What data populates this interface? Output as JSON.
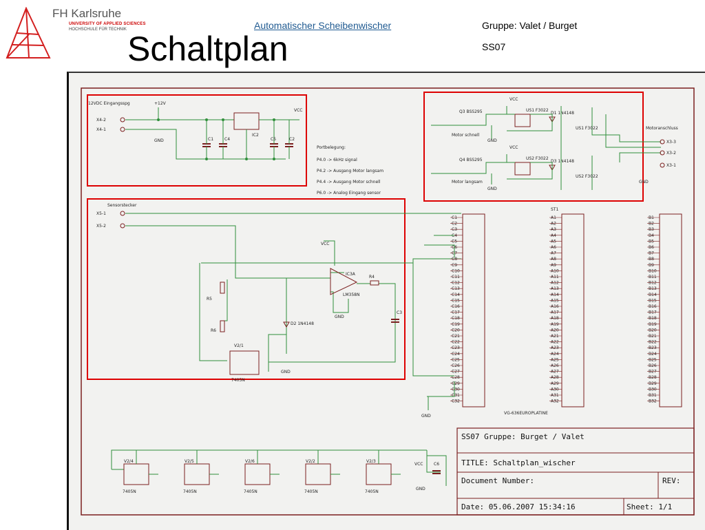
{
  "header": {
    "logo_name": "FH Karlsruhe",
    "logo_sub1": "UNIVERSITY OF APPLIED SCIENCES",
    "logo_sub2": "HOCHSCHULE FÜR TECHNIK",
    "topic_link": "Automatischer Scheibenwischer",
    "group": "Gruppe: Valet / Burget",
    "semester": "SS07",
    "page_title": "Schaltplan"
  },
  "schematic": {
    "power_label": "12VDC Eingangsspg",
    "plus12v": "+12V",
    "vcc": "VCC",
    "gnd": "GND",
    "connectors_power": [
      "X4-2",
      "X4-1"
    ],
    "regulator": "IC2",
    "caps_power": [
      "C1",
      "C4",
      "C5",
      "C2"
    ],
    "port_heading": "Portbelegung:",
    "port_lines": [
      "P4.0 -> 6kHz signal",
      "P4.2 -> Ausgang Motor langsam",
      "P4.4 -> Ausgang Motor schnell",
      "P6.0 -> Analog Eingang sensor"
    ],
    "transistors": [
      "Q3 BSS295",
      "Q4 BSS295"
    ],
    "motor_fast": "Motor schnell",
    "motor_slow": "Motor langsam",
    "relays": [
      "US1 F3022",
      "US2 F3022"
    ],
    "diodes": [
      "D1 1N4148",
      "D3 1N4148"
    ],
    "motor_connector": "Motoranschluss",
    "motor_pins": [
      "X3-3",
      "X3-2",
      "X3-1"
    ],
    "sensor_label": "Sensorstecker",
    "connectors_sensor": [
      "X5-1",
      "X5-2"
    ],
    "opamp": "IC3A",
    "opamp_type": "LM358N",
    "resistors": [
      "R4",
      "R5",
      "R6"
    ],
    "diode2": "D2 1N4148",
    "cap3": "C3",
    "buffer_main": "V2/1",
    "ic_7405": "7405N",
    "st_label": "ST1",
    "board_label": "VG-636EUROPLATINE",
    "pin_rows_c": [
      "C1",
      "C2",
      "C3",
      "C4",
      "C5",
      "C6",
      "C7",
      "C8",
      "C9",
      "C10",
      "C11",
      "C12",
      "C13",
      "C14",
      "C15",
      "C16",
      "C17",
      "C18",
      "C19",
      "C20",
      "C21",
      "C22",
      "C23",
      "C24",
      "C25",
      "C26",
      "C27",
      "C28",
      "C29",
      "C30",
      "C31",
      "C32"
    ],
    "pin_rows_a": [
      "A1",
      "A2",
      "A3",
      "A4",
      "A5",
      "A6",
      "A7",
      "A8",
      "A9",
      "A10",
      "A11",
      "A12",
      "A13",
      "A14",
      "A15",
      "A16",
      "A17",
      "A18",
      "A19",
      "A20",
      "A21",
      "A22",
      "A23",
      "A24",
      "A25",
      "A26",
      "A27",
      "A28",
      "A29",
      "A30",
      "A31",
      "A32"
    ],
    "pin_rows_b": [
      "B1",
      "B2",
      "B3",
      "B4",
      "B5",
      "B6",
      "B7",
      "B8",
      "B9",
      "B10",
      "B11",
      "B12",
      "B13",
      "B14",
      "B15",
      "B16",
      "B17",
      "B18",
      "B19",
      "B20",
      "B21",
      "B22",
      "B23",
      "B24",
      "B25",
      "B26",
      "B27",
      "B28",
      "B29",
      "B30",
      "B31",
      "B32"
    ],
    "buffers": [
      "V2/4",
      "V2/5",
      "V2/6",
      "V2/2",
      "V2/3"
    ],
    "cap6": "C6",
    "title_block": {
      "group_line": "SS07  Gruppe: Burget / Valet",
      "title": "TITLE:  Schaltplan_wischer",
      "docnum": "Document Number:",
      "rev": "REV:",
      "date": "Date: 05.06.2007 15:34:16",
      "sheet": "Sheet: 1/1"
    }
  },
  "colors": {
    "highlight": "#dd0000",
    "wire": "#2f8f3a",
    "part": "#7a1e1e",
    "link": "#1f5a91"
  }
}
